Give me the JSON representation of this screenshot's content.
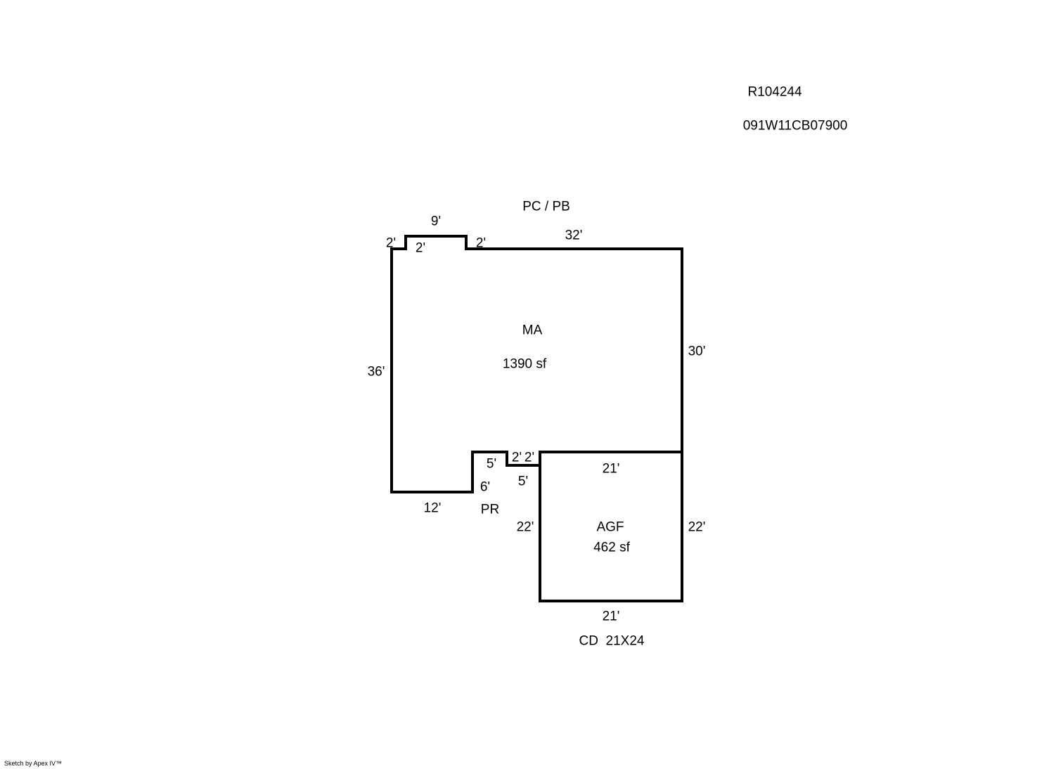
{
  "header": {
    "parcel_id": "R104244",
    "map_number": "091W11CB07900"
  },
  "areas": {
    "main": {
      "code": "MA",
      "area": "1390 sf"
    },
    "garage": {
      "code": "AGF",
      "area": "462 sf"
    }
  },
  "codes": {
    "top": "PC / PB",
    "porch": "PR",
    "deck": "CD  21X24"
  },
  "dimensions": {
    "ma_top_left_step": "2'",
    "ma_bump_left_inner": "2'",
    "ma_bump_top": "9'",
    "ma_bump_right": "2'",
    "ma_top": "32'",
    "ma_right": "30'",
    "ma_left": "36'",
    "ma_bottom": "12'",
    "pr_notch_top": "5'",
    "pr_notch_right": "6'",
    "pr_notch_step_left": "2'",
    "pr_notch_step_right": "2'",
    "pr_notch_bottom": "5'",
    "agf_top": "21'",
    "agf_left": "22'",
    "agf_right": "22'",
    "agf_bottom": "21'"
  },
  "footer": {
    "credit": "Sketch by Apex IV™"
  }
}
